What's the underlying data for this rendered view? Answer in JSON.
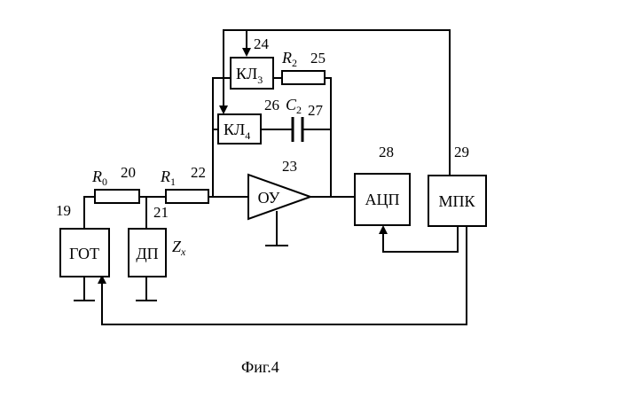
{
  "blocks": {
    "got": "ГОТ",
    "dp": "ДП",
    "ou": "ОУ",
    "adc": "АЦП",
    "mpk": "МПК",
    "kl3": {
      "main": "КЛ",
      "sub": "3"
    },
    "kl4": {
      "main": "КЛ",
      "sub": "4"
    }
  },
  "symbols": {
    "r0": {
      "main": "R",
      "sub": "0"
    },
    "r1": {
      "main": "R",
      "sub": "1"
    },
    "r2": {
      "main": "R",
      "sub": "2"
    },
    "c2": {
      "main": "C",
      "sub": "2"
    },
    "zx": {
      "main": "Z",
      "sub": "x"
    }
  },
  "numbers": {
    "n19": "19",
    "n20": "20",
    "n21": "21",
    "n22": "22",
    "n23": "23",
    "n24": "24",
    "n25": "25",
    "n26": "26",
    "n27": "27",
    "n28": "28",
    "n29": "29"
  },
  "caption": "Фиг.4"
}
